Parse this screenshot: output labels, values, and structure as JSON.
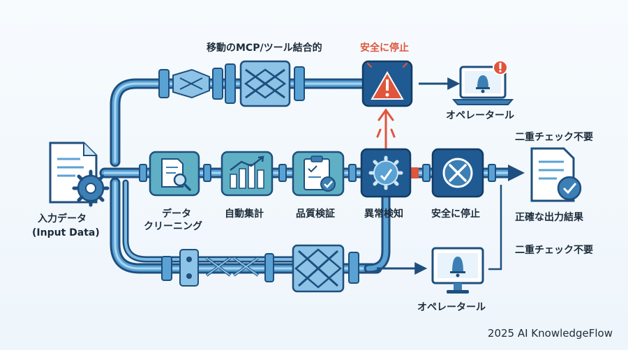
{
  "colors": {
    "pipe": "#3b7fb5",
    "pipe_light": "#8cc3e6",
    "pipe_dark": "#1e4f7e",
    "node_fill": "#5fb0c4",
    "node_border": "#1e4f7e",
    "alert": "#e0553b",
    "dark_node": "#1f5a93",
    "text": "#1c2b3a"
  },
  "labels": {
    "top_route": "移動のMCP/ツール結合的",
    "top_alert": "安全に停止",
    "top_operator": "オペレータール",
    "input_line1": "入力データ",
    "input_line2": "(Input Data)",
    "step_cleaning_1": "データ",
    "step_cleaning_2": "クリーニング",
    "step_aggregate": "自動集計",
    "step_quality": "品質検証",
    "step_anomaly": "異常検知",
    "step_stop": "安全に停止",
    "double_check_top": "二重チェック不要",
    "result": "正確な出力結果",
    "double_check_bottom": "二重チェック不要",
    "bottom_operator": "オペレータール",
    "footer": "2025 AI KnowledgeFlow"
  },
  "icons": {
    "input": "document-gear-icon",
    "cleaning": "document-magnifier-icon",
    "aggregate": "bar-chart-icon",
    "quality": "clipboard-check-icon",
    "anomaly": "gear-alert-icon",
    "stop": "x-circle-icon",
    "result": "document-check-icon",
    "alert": "warning-triangle-icon",
    "laptop": "laptop-bell-icon",
    "monitor": "monitor-bell-icon",
    "connector": "cross-connector-icon"
  }
}
